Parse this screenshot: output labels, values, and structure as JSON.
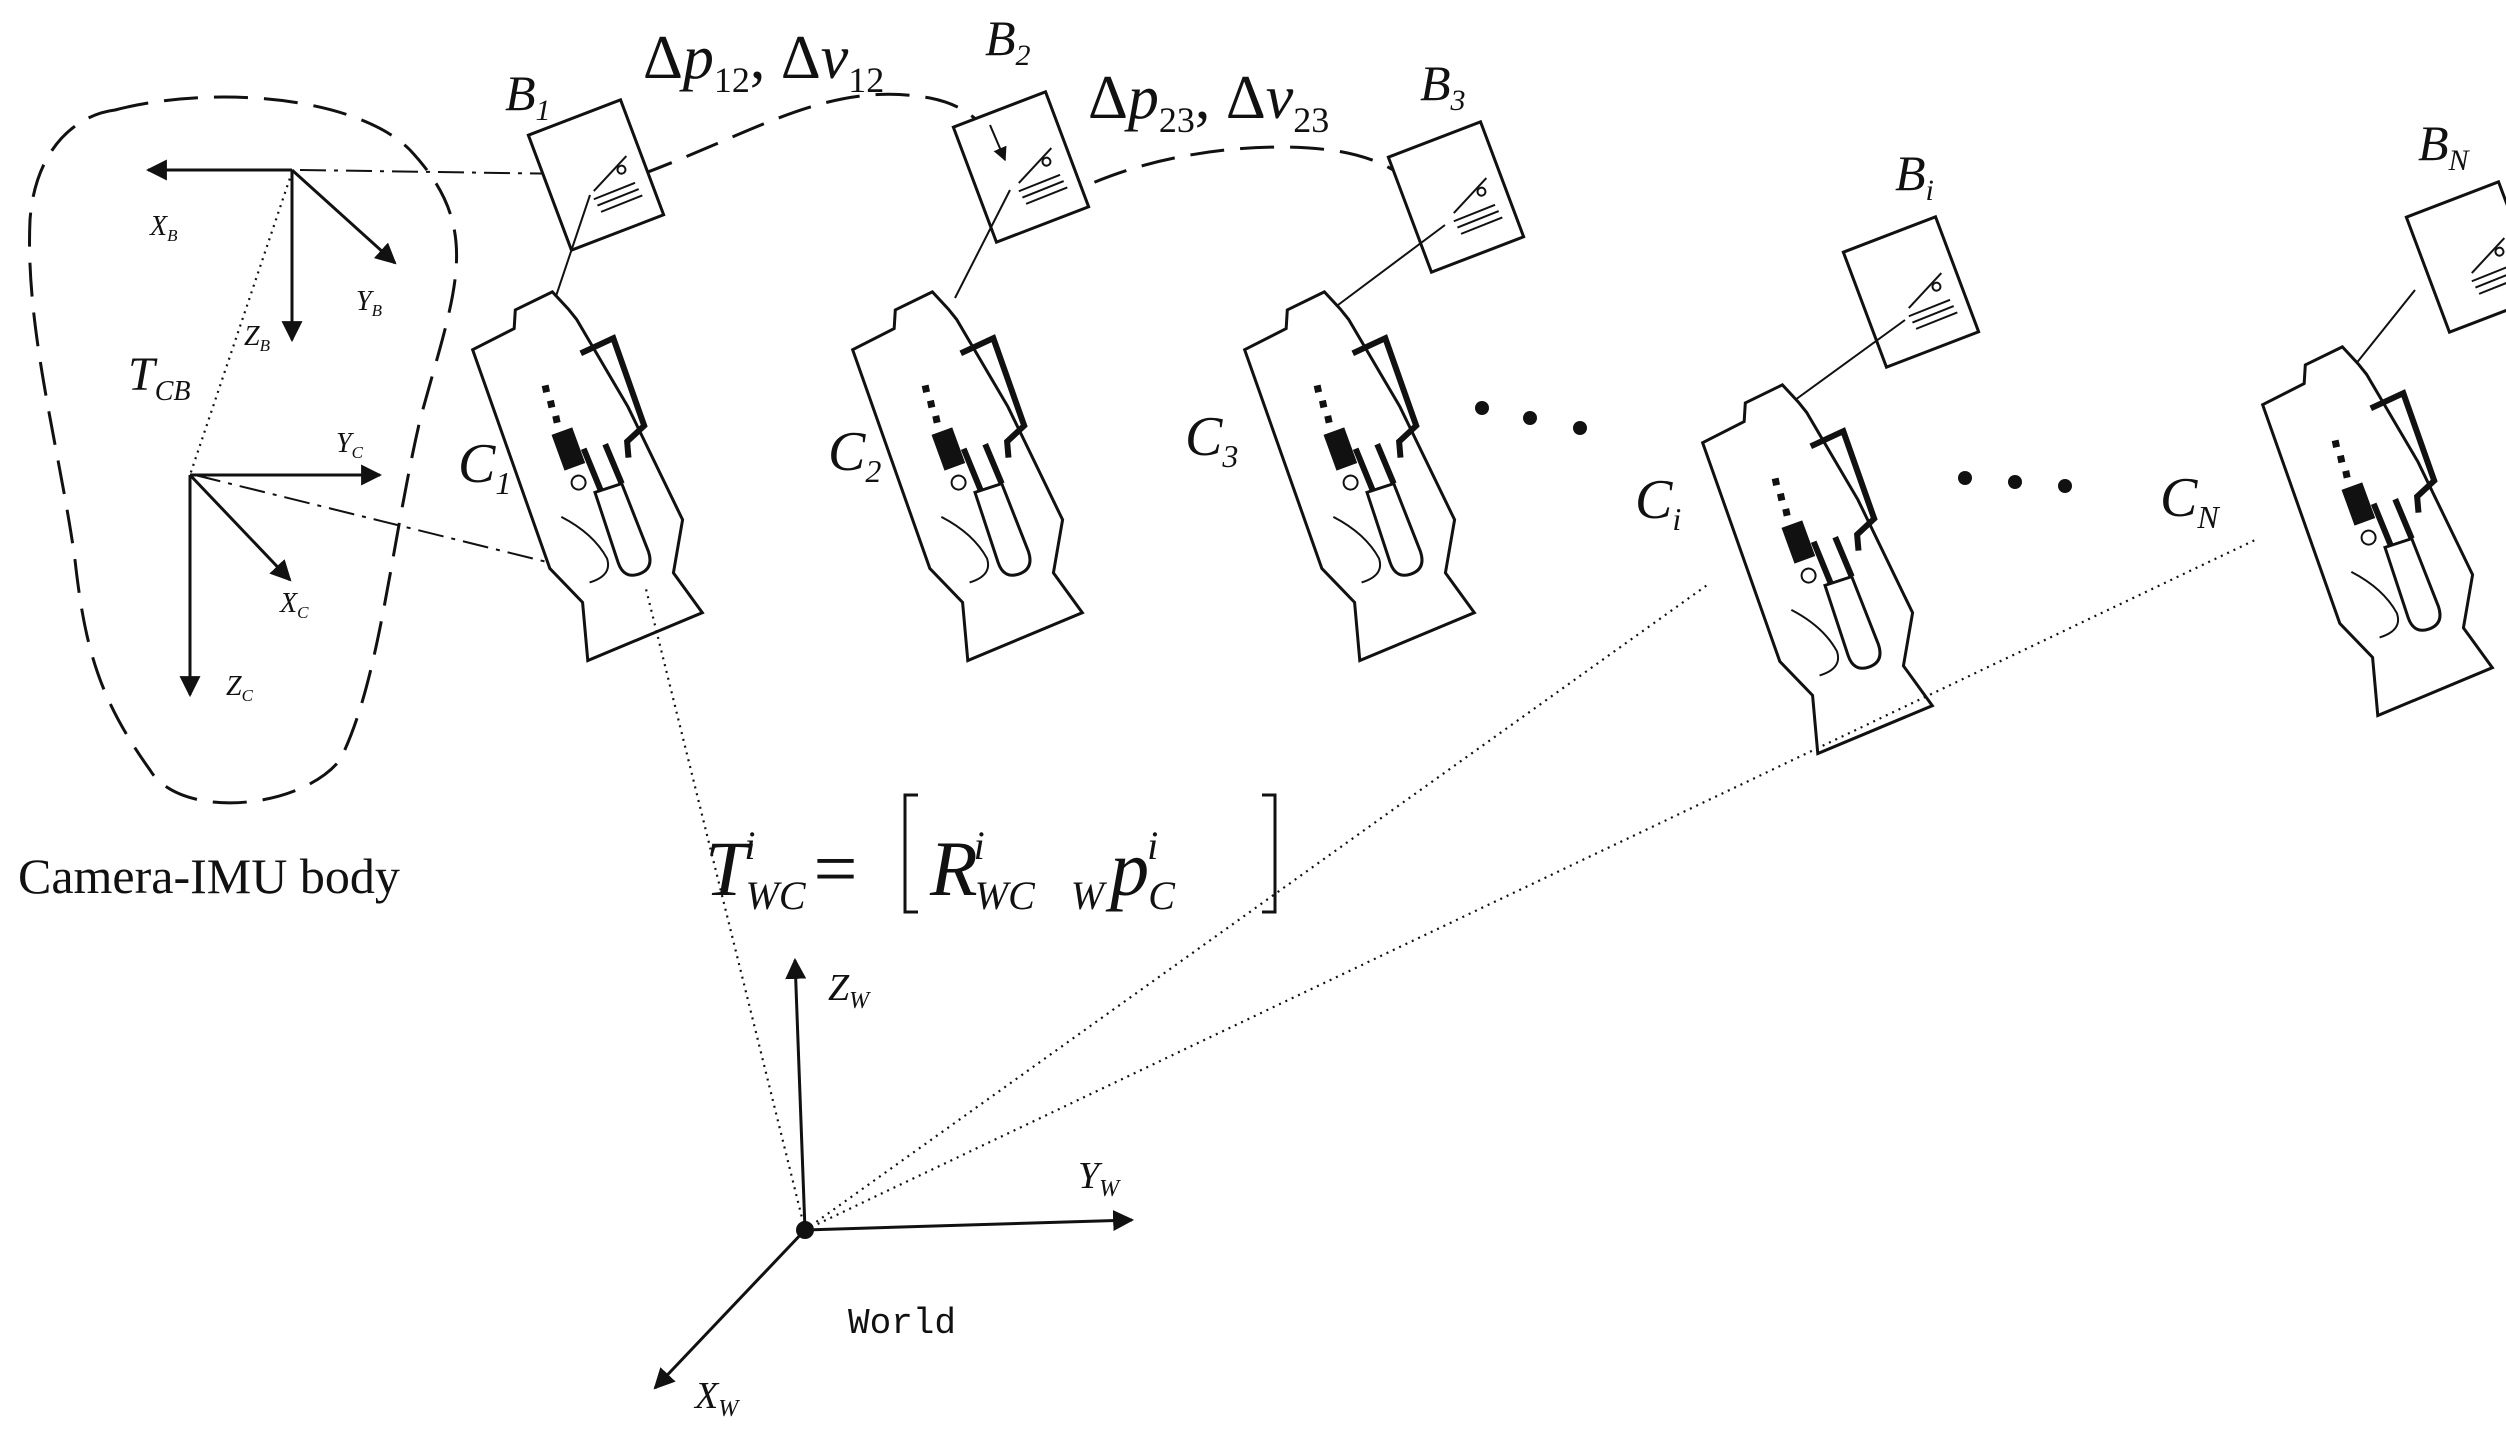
{
  "body_frame": {
    "caption": "Camera-IMU body",
    "imu_axes": {
      "x": "X",
      "x_sub": "B",
      "y": "Y",
      "y_sub": "B",
      "z": "Z",
      "z_sub": "B"
    },
    "camera_axes": {
      "x": "X",
      "x_sub": "C",
      "y": "Y",
      "y_sub": "C",
      "z": "Z",
      "z_sub": "C"
    },
    "transform": {
      "main": "T",
      "sub": "CB"
    }
  },
  "world_frame": {
    "label": "World",
    "x": "X",
    "x_sub": "W",
    "y": "Y",
    "y_sub": "W",
    "z": "Z",
    "z_sub": "W"
  },
  "pose_equation": {
    "T": "T",
    "T_sup": "i",
    "T_sub": "WC",
    "equals": "=",
    "R": "R",
    "R_sup": "i",
    "R_sub": "WC",
    "p_pre": "W",
    "p": "p",
    "p_sup": "i",
    "p_sub": "C"
  },
  "preintegration": [
    {
      "delta": "Δ",
      "p": "p",
      "p_sub": "12",
      "comma": ", ",
      "v": "v",
      "v_sub": "12"
    },
    {
      "delta": "Δ",
      "p": "p",
      "p_sub": "23",
      "comma": ", ",
      "v": "v",
      "v_sub": "23"
    }
  ],
  "frames": [
    {
      "cam": "C",
      "cam_sub": "1",
      "imu": "B",
      "imu_sub": "1"
    },
    {
      "cam": "C",
      "cam_sub": "2",
      "imu": "B",
      "imu_sub": "2"
    },
    {
      "cam": "C",
      "cam_sub": "3",
      "imu": "B",
      "imu_sub": "3"
    },
    {
      "cam": "C",
      "cam_sub": "i",
      "imu": "B",
      "imu_sub": "i"
    },
    {
      "cam": "C",
      "cam_sub": "N",
      "imu": "B",
      "imu_sub": "N"
    }
  ],
  "ellipsis": [
    "•",
    "•",
    "•"
  ]
}
